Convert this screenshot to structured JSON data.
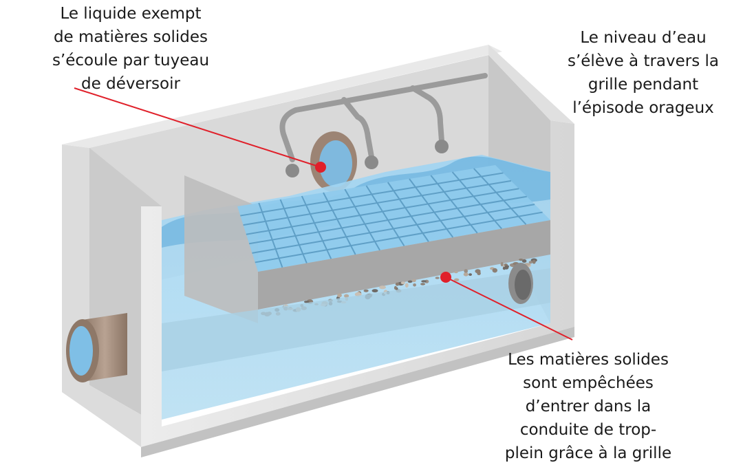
{
  "diagram": {
    "labels": {
      "outlet": [
        "Le liquide exempt",
        "de matières solides",
        "s’écoule par tuyeau",
        "de déversoir"
      ],
      "water_level": [
        "Le niveau d’eau",
        "s’élève à travers la",
        "grille pendant",
        "l’épisode orageux"
      ],
      "solids": [
        "Les matières solides",
        "sont empêchées",
        "d’entrer dans la",
        "conduite de trop-",
        "plein grâce à la grille"
      ]
    },
    "colors": {
      "concrete_light": "#e4e4e4",
      "concrete_mid": "#cfcfcf",
      "concrete_dark": "#b5b5b5",
      "water": "#7fbfe6",
      "water_deep": "#5aa8d8",
      "grating": "#9fd3f0",
      "pipe_brown": "#a08a78",
      "callout_red": "#e0202a",
      "text": "#1a1a1a"
    }
  }
}
